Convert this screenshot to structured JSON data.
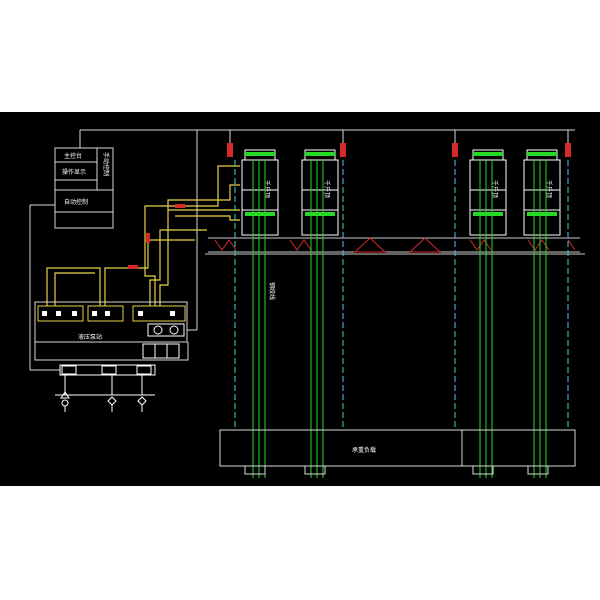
{
  "labels": {
    "main_console": "主控台",
    "operation_display": "操作显示",
    "manual_control": "手动控制",
    "auto_control": "自动控制",
    "hydraulic_pump_station": "液压泵站",
    "jack": "千斤顶",
    "steel_strand": "钢绞线",
    "load_bearing": "承重负载"
  },
  "colors": {
    "background": "#000000",
    "frame": "#d9d9d9",
    "hydraulic": "#e6d24a",
    "strand": "#27d927",
    "cyan_guide": "#3fd0e0",
    "red_valve": "#d62a2a",
    "beam": "#c8c8c8",
    "label": "#ffffff"
  },
  "counts": {
    "jacks": 4,
    "pump_units": 3,
    "valves": 3
  }
}
